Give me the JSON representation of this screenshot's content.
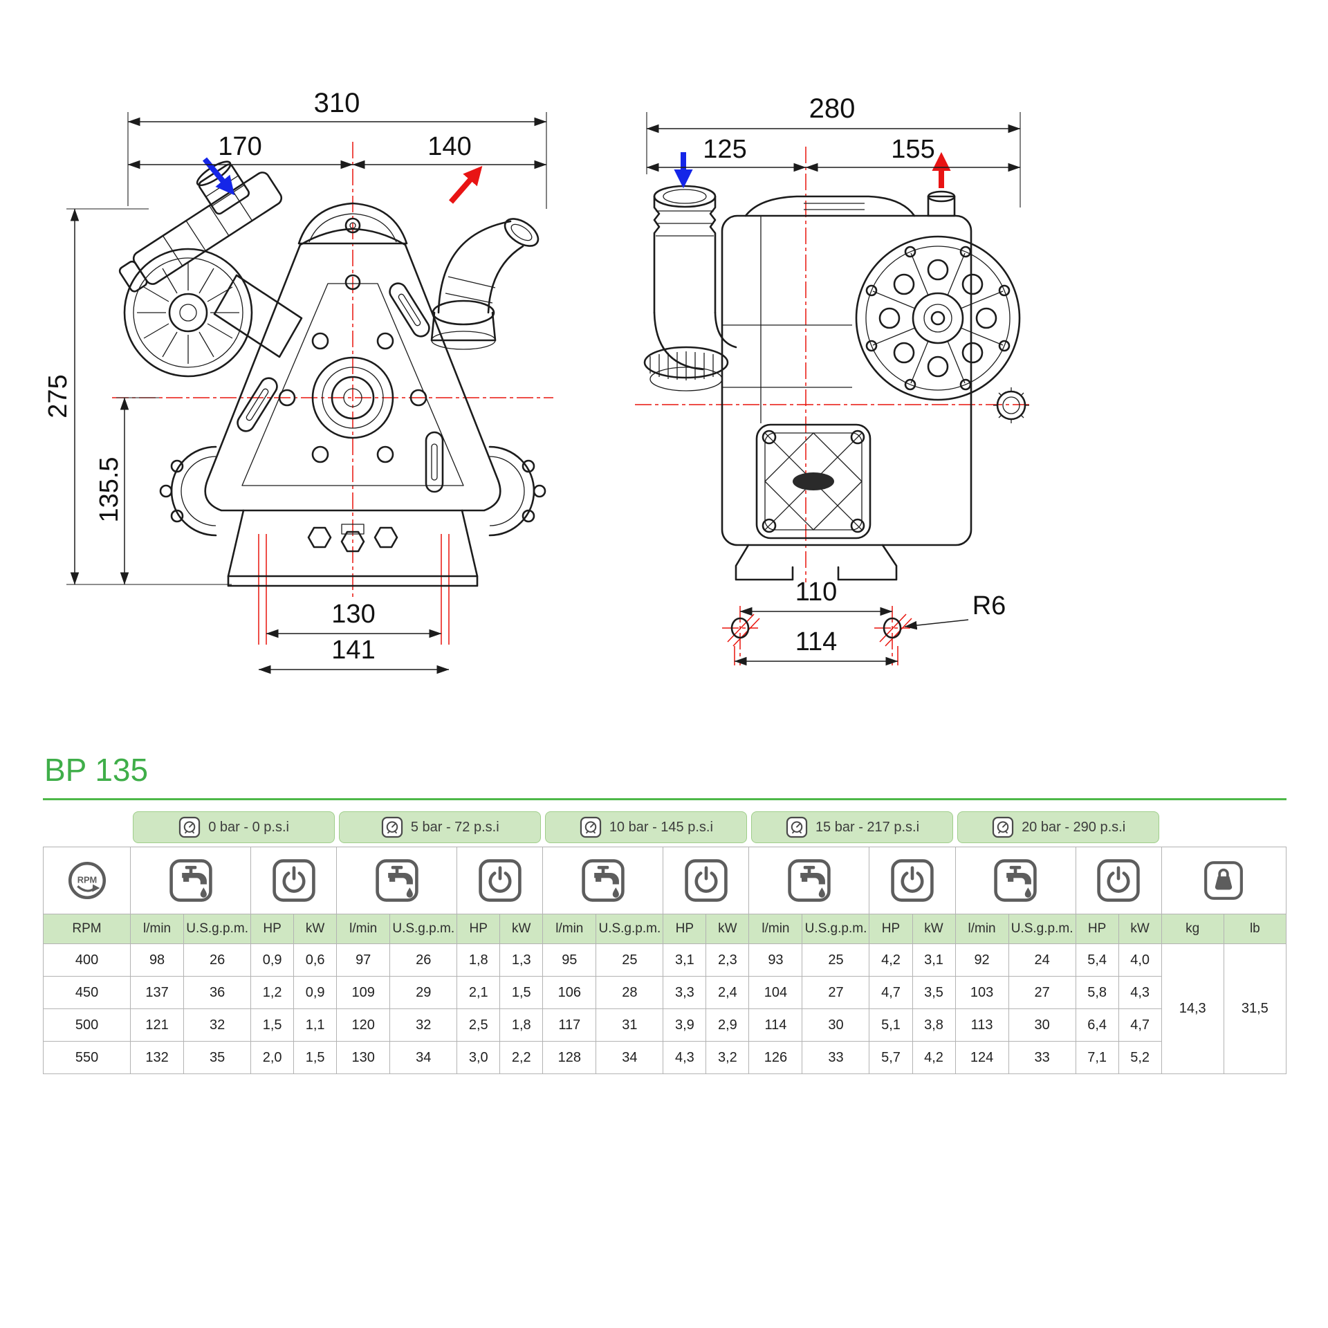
{
  "title": "BP 135",
  "colors": {
    "accent_green": "#3fae49",
    "rule_green": "#4db848",
    "header_green": "#cfe7c2",
    "centerline_red": "#e8140c",
    "inlet_arrow_blue": "#1526e8",
    "outlet_arrow_red": "#e81414"
  },
  "drawings": {
    "front_view": {
      "width_total": "310",
      "width_left": "170",
      "width_right": "140",
      "height_total": "275",
      "height_center_to_base": "135.5",
      "base_width_inner": "130",
      "base_width_outer": "141"
    },
    "side_view": {
      "width_total": "280",
      "width_left": "125",
      "width_right": "155",
      "hole_spacing": "110",
      "foot_length": "114",
      "fillet_radius": "R6"
    }
  },
  "table": {
    "pressure_groups": [
      {
        "label": "0 bar - 0 p.s.i"
      },
      {
        "label": "5 bar - 72 p.s.i"
      },
      {
        "label": "10 bar - 145 p.s.i"
      },
      {
        "label": "15 bar - 217 p.s.i"
      },
      {
        "label": "20 bar - 290 p.s.i"
      }
    ],
    "col_headers": {
      "rpm": "RPM",
      "flow_lmin": "l/min",
      "flow_gpm": "U.S.g.p.m.",
      "power_hp": "HP",
      "power_kw": "kW",
      "weight_kg": "kg",
      "weight_lb": "lb"
    },
    "rows": [
      {
        "rpm": "400",
        "values": [
          "98",
          "26",
          "0,9",
          "0,6",
          "97",
          "26",
          "1,8",
          "1,3",
          "95",
          "25",
          "3,1",
          "2,3",
          "93",
          "25",
          "4,2",
          "3,1",
          "92",
          "24",
          "5,4",
          "4,0"
        ]
      },
      {
        "rpm": "450",
        "values": [
          "137",
          "36",
          "1,2",
          "0,9",
          "109",
          "29",
          "2,1",
          "1,5",
          "106",
          "28",
          "3,3",
          "2,4",
          "104",
          "27",
          "4,7",
          "3,5",
          "103",
          "27",
          "5,8",
          "4,3"
        ]
      },
      {
        "rpm": "500",
        "values": [
          "121",
          "32",
          "1,5",
          "1,1",
          "120",
          "32",
          "2,5",
          "1,8",
          "117",
          "31",
          "3,9",
          "2,9",
          "114",
          "30",
          "5,1",
          "3,8",
          "113",
          "30",
          "6,4",
          "4,7"
        ]
      },
      {
        "rpm": "550",
        "values": [
          "132",
          "35",
          "2,0",
          "1,5",
          "130",
          "34",
          "3,0",
          "2,2",
          "128",
          "34",
          "4,3",
          "3,2",
          "126",
          "33",
          "5,7",
          "4,2",
          "124",
          "33",
          "7,1",
          "5,2"
        ]
      }
    ],
    "weight": {
      "kg": "14,3",
      "lb": "31,5"
    }
  }
}
